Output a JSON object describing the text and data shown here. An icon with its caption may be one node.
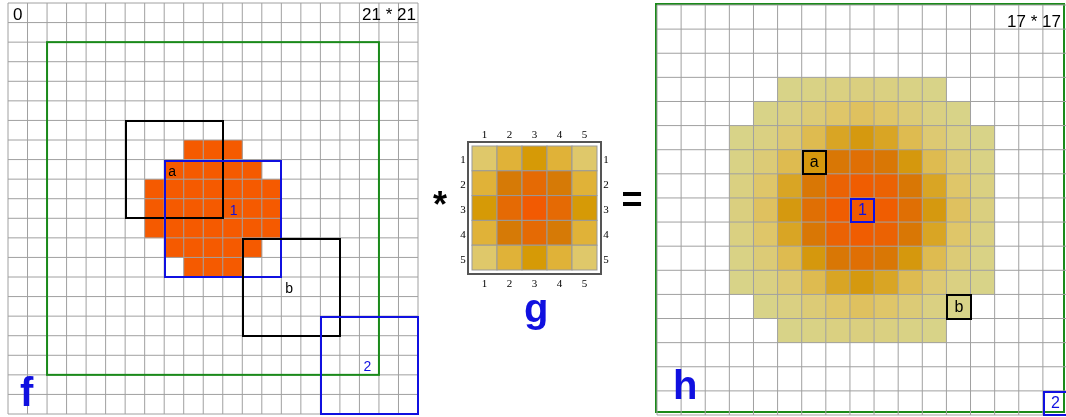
{
  "diagram": {
    "nodes": [
      {
        "text": [
          "0",
          "21 * 21",
          "f"
        ]
      },
      {
        "text": [
          "a"
        ],
        "in": 0
      },
      {
        "text": [
          "1"
        ],
        "in": 0
      },
      {
        "text": [
          "b"
        ],
        "in": 0
      },
      {
        "text": [
          "2"
        ],
        "in": 0
      },
      {
        "text": [
          "g"
        ],
        "beside": [
          "1",
          "2",
          "3",
          "4",
          "5",
          "1",
          "2",
          "3",
          "4",
          "5",
          "1",
          "2",
          "3",
          "4",
          "5",
          "1",
          "2",
          "3",
          "4",
          "5"
        ]
      },
      {
        "text": [
          "17 * 17",
          "h"
        ]
      },
      {
        "text": [
          "a"
        ],
        "in": 6
      },
      {
        "text": [
          "1"
        ],
        "in": 6
      },
      {
        "text": [
          "b"
        ],
        "in": 6
      },
      {
        "text": [
          "2"
        ],
        "in": 6
      }
    ],
    "labels": [
      "*",
      "="
    ]
  }
}
